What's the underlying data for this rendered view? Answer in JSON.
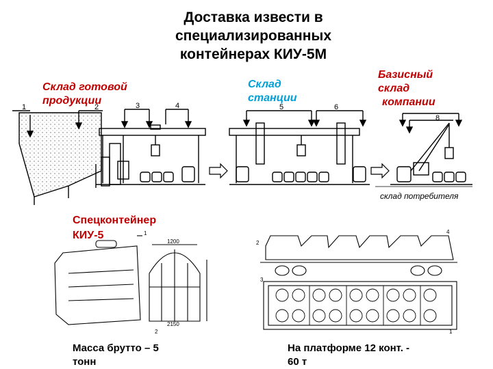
{
  "title": {
    "line1": "Доставка извести в",
    "line2": "специализированных",
    "line3": "контейнерах КИУ-5М"
  },
  "labels": {
    "warehouse_product": {
      "line1": "Склад готовой",
      "line2": "продукции"
    },
    "station_warehouse": {
      "line1": "Склад",
      "line2": "станции"
    },
    "base_warehouse": {
      "line1": "Базисный",
      "line2": "склад",
      "line3": "компании"
    },
    "consumer_warehouse": "склад потребителя",
    "container": {
      "line1": "Спецконтейнер",
      "line2": "КИУ-5"
    },
    "mass": {
      "line1": "Масса брутто – 5",
      "line2": "тонн"
    },
    "platform": {
      "line1": "На платформе 12 конт. -",
      "line2": "60 т"
    }
  },
  "callouts": [
    "1",
    "2",
    "3",
    "4",
    "5",
    "6",
    "8"
  ],
  "drawing_numbers": {
    "container": [
      "1",
      "2"
    ],
    "platform": [
      "1",
      "2",
      "3",
      "4"
    ],
    "dims": [
      "1200",
      "2150"
    ]
  },
  "colors": {
    "red": "#c00000",
    "blue": "#00a0d8",
    "line": "#000000"
  }
}
